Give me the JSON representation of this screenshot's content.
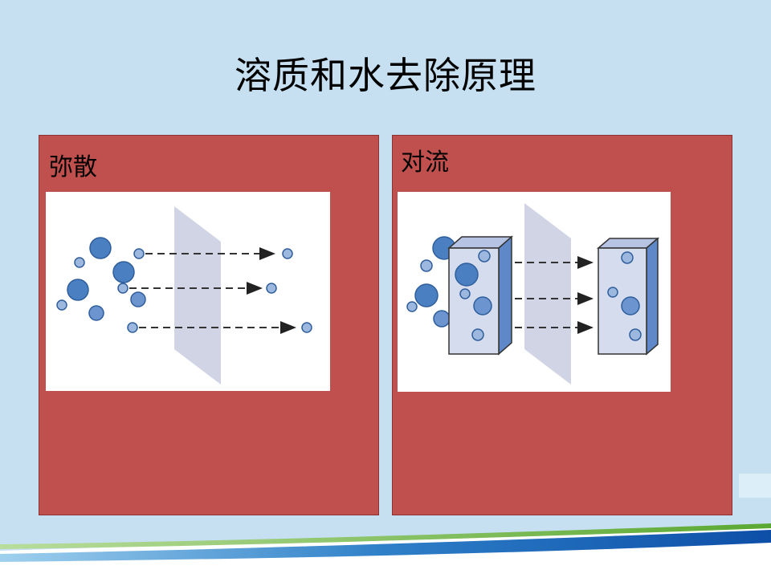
{
  "slide": {
    "title": "溶质和水去除原理",
    "panels": [
      {
        "label": "弥散",
        "figure_icon": "diffusion-diagram"
      },
      {
        "label": "对流",
        "figure_icon": "convection-diagram"
      }
    ]
  },
  "colors": {
    "background": "#c6e0f2",
    "panel": "#c0504d",
    "membrane": "#c9cde0",
    "particle_dark": "#4a7fc1",
    "particle_light": "#9db8de",
    "block": "#d4dcee"
  }
}
